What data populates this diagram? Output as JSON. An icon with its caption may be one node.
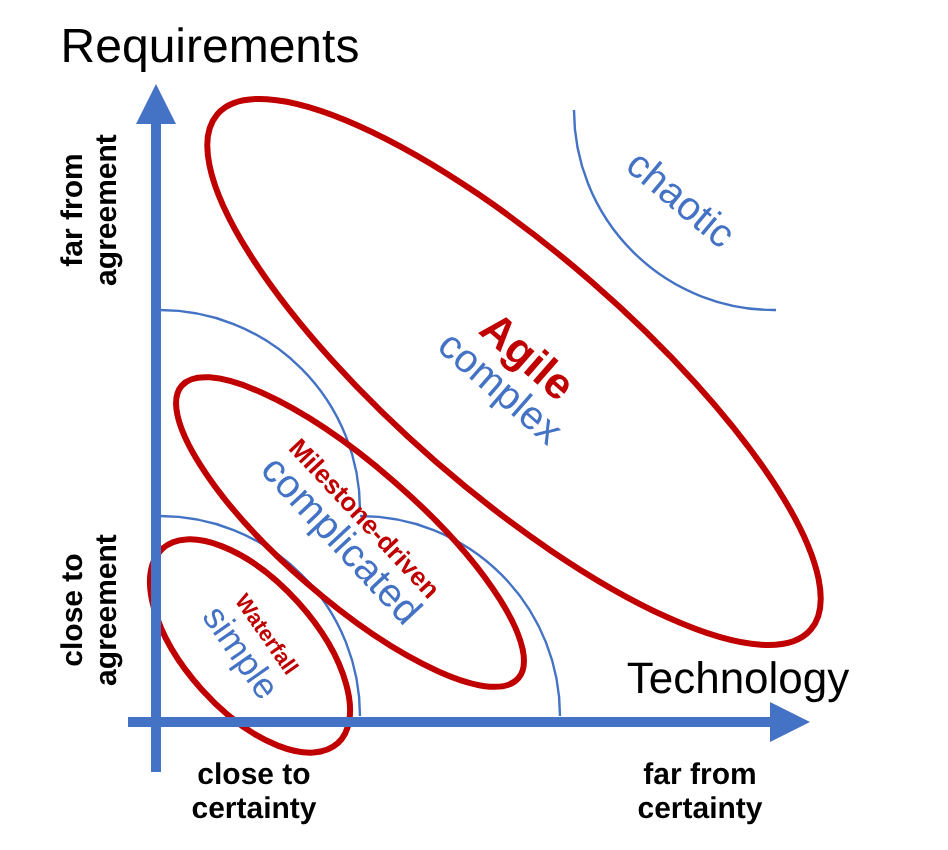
{
  "diagram": {
    "nodes": [
      {
        "text": [
          "Agile",
          "complex"
        ]
      },
      {
        "text": [
          "Milestone-driven",
          "complicated"
        ]
      },
      {
        "text": [
          "Waterfall",
          "simple"
        ]
      }
    ],
    "labels": [
      "Requirements",
      "far from agreement",
      "close to agreement",
      "chaotic",
      "Technology",
      "close to certainty",
      "far from certainty"
    ]
  }
}
